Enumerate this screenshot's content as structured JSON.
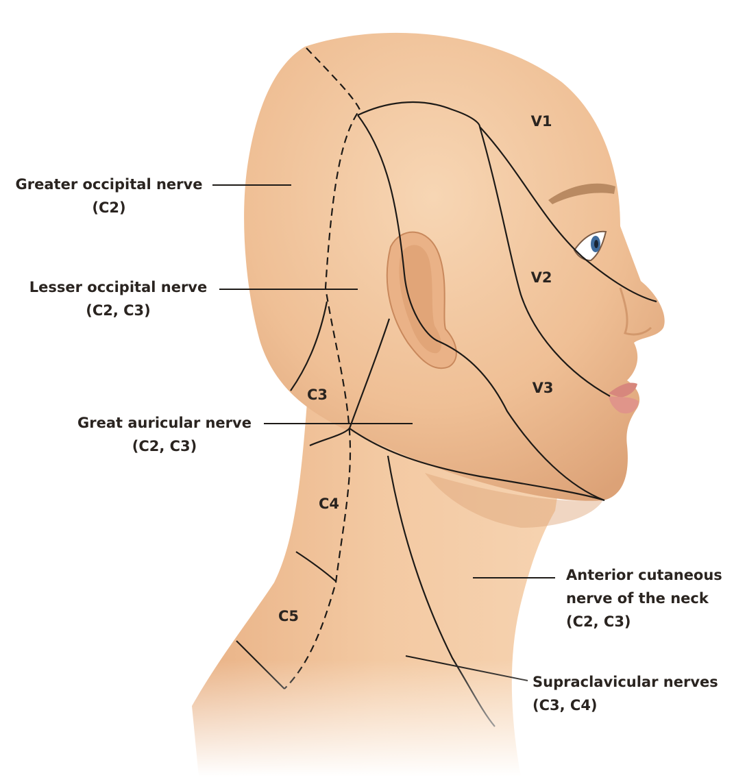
{
  "colors": {
    "skin": "#efbe93",
    "skin_light": "#f6d3af",
    "skin_shadow": "#d99e70",
    "line": "#1d1a17",
    "brow": "#b98a62",
    "iris": "#3f6b9c",
    "lips": "#d98a80"
  },
  "callouts": [
    {
      "id": "greater-occipital",
      "line1": "Greater occipital nerve",
      "line2": "(C2)"
    },
    {
      "id": "lesser-occipital",
      "line1": "Lesser occipital nerve",
      "line2": "(C2, C3)"
    },
    {
      "id": "great-auricular",
      "line1": "Great auricular nerve",
      "line2": "(C2, C3)"
    },
    {
      "id": "anterior-cutaneous",
      "line1": "Anterior cutaneous",
      "line2": "nerve of the neck",
      "line3": "(C2, C3)"
    },
    {
      "id": "supraclavicular",
      "line1": "Supraclavicular nerves",
      "line2": "(C3, C4)"
    }
  ],
  "zones": {
    "v1": "V1",
    "v2": "V2",
    "v3": "V3",
    "c3": "C3",
    "c4": "C4",
    "c5": "C5"
  }
}
